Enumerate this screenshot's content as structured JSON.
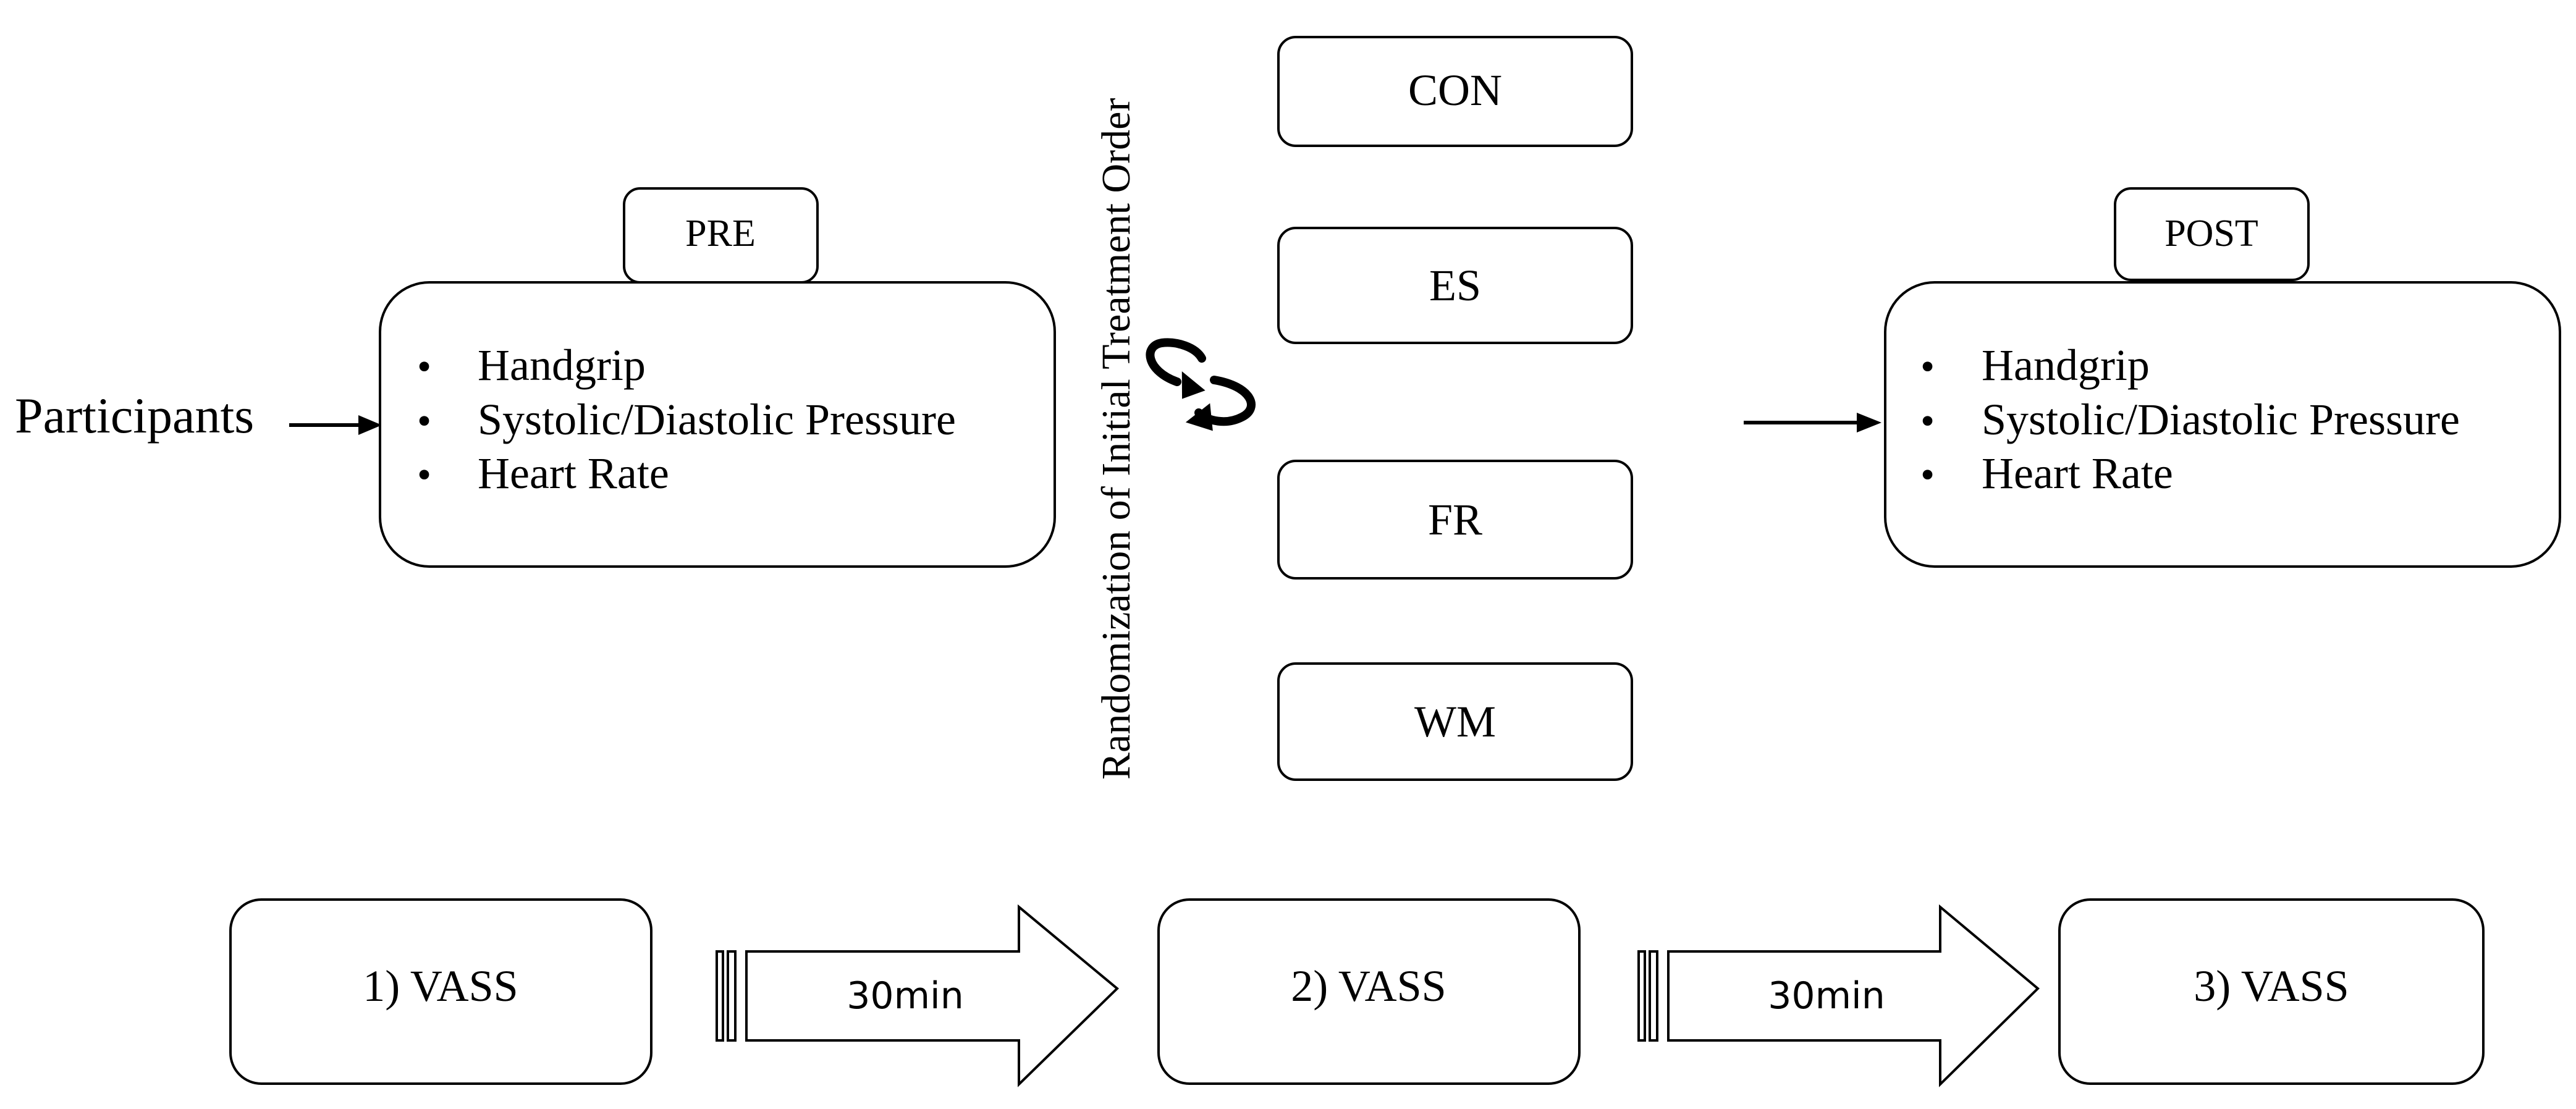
{
  "participants_label": "Participants",
  "pre": {
    "tab_label": "PRE",
    "items": [
      "Handgrip",
      "Systolic/Diastolic Pressure",
      "Heart Rate"
    ]
  },
  "post": {
    "tab_label": "POST",
    "items": [
      "Handgrip",
      "Systolic/Diastolic Pressure",
      "Heart Rate"
    ]
  },
  "randomization_label": "Randomization of Initial Treatment Order",
  "treatments": [
    "CON",
    "ES",
    "FR",
    "WM"
  ],
  "bullet": "•",
  "timeline": {
    "steps": [
      "1) VASS",
      "2) VASS",
      "3) VASS"
    ],
    "intervals": [
      "30min",
      "30min"
    ]
  }
}
